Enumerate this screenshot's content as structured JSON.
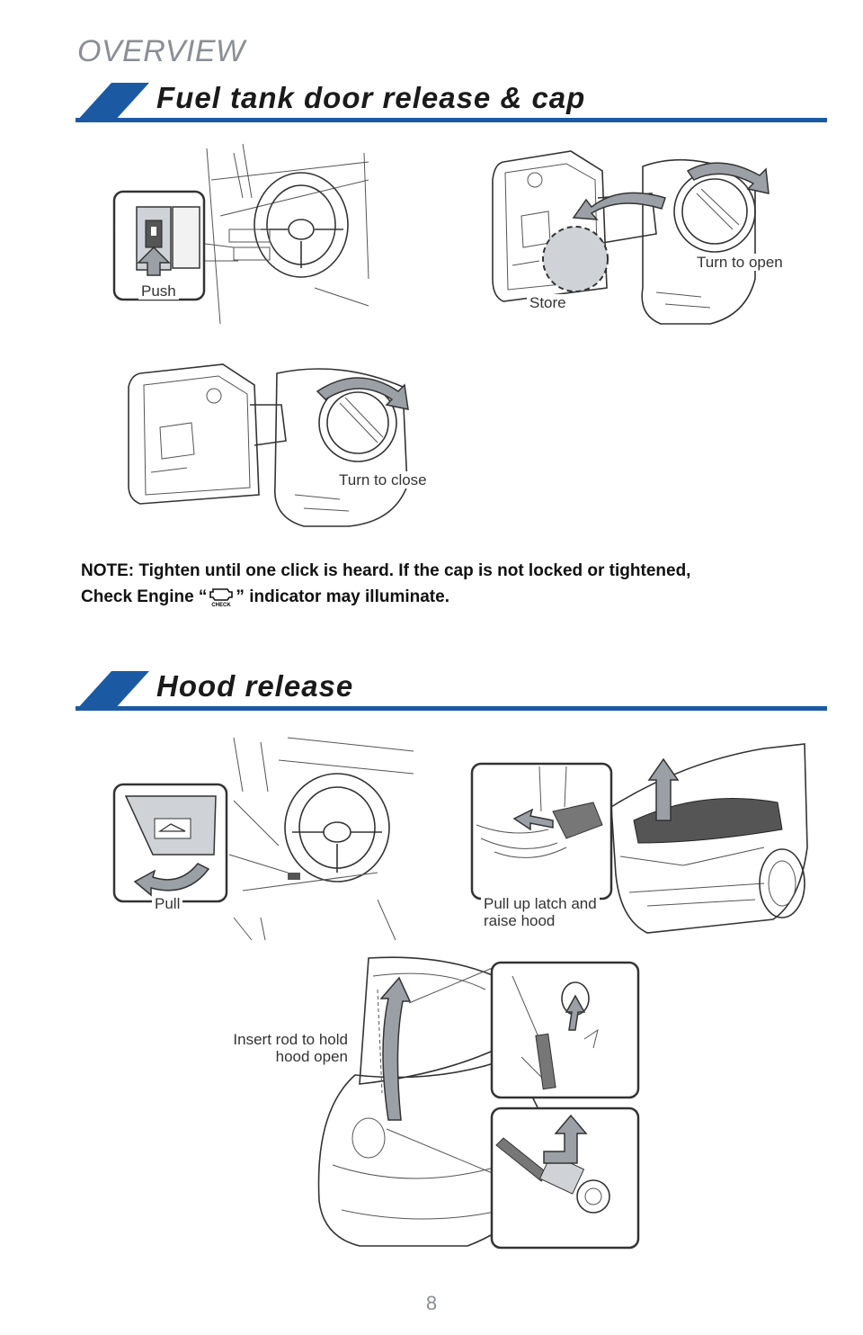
{
  "page": {
    "section_label": "OVERVIEW",
    "page_number": "8"
  },
  "fuel": {
    "title": "Fuel tank door release & cap",
    "labels": {
      "push": "Push",
      "store": "Store",
      "turn_open": "Turn to open",
      "turn_close": "Turn to close"
    },
    "note_line1": "NOTE: Tighten until one click is heard. If the cap is not locked or tightened,",
    "note_line2_before": "Check Engine “",
    "note_line2_after": "” indicator may illuminate.",
    "check_icon_text": "CHECK"
  },
  "hood": {
    "title": "Hood release",
    "labels": {
      "pull": "Pull",
      "pull_latch": "Pull up latch and\nraise hood",
      "insert_rod": "Insert rod to hold\nhood open"
    }
  },
  "colors": {
    "accent": "#1b5aa3",
    "arrow_fill": "#9aa0a6",
    "muted_text": "#8a8f96"
  }
}
